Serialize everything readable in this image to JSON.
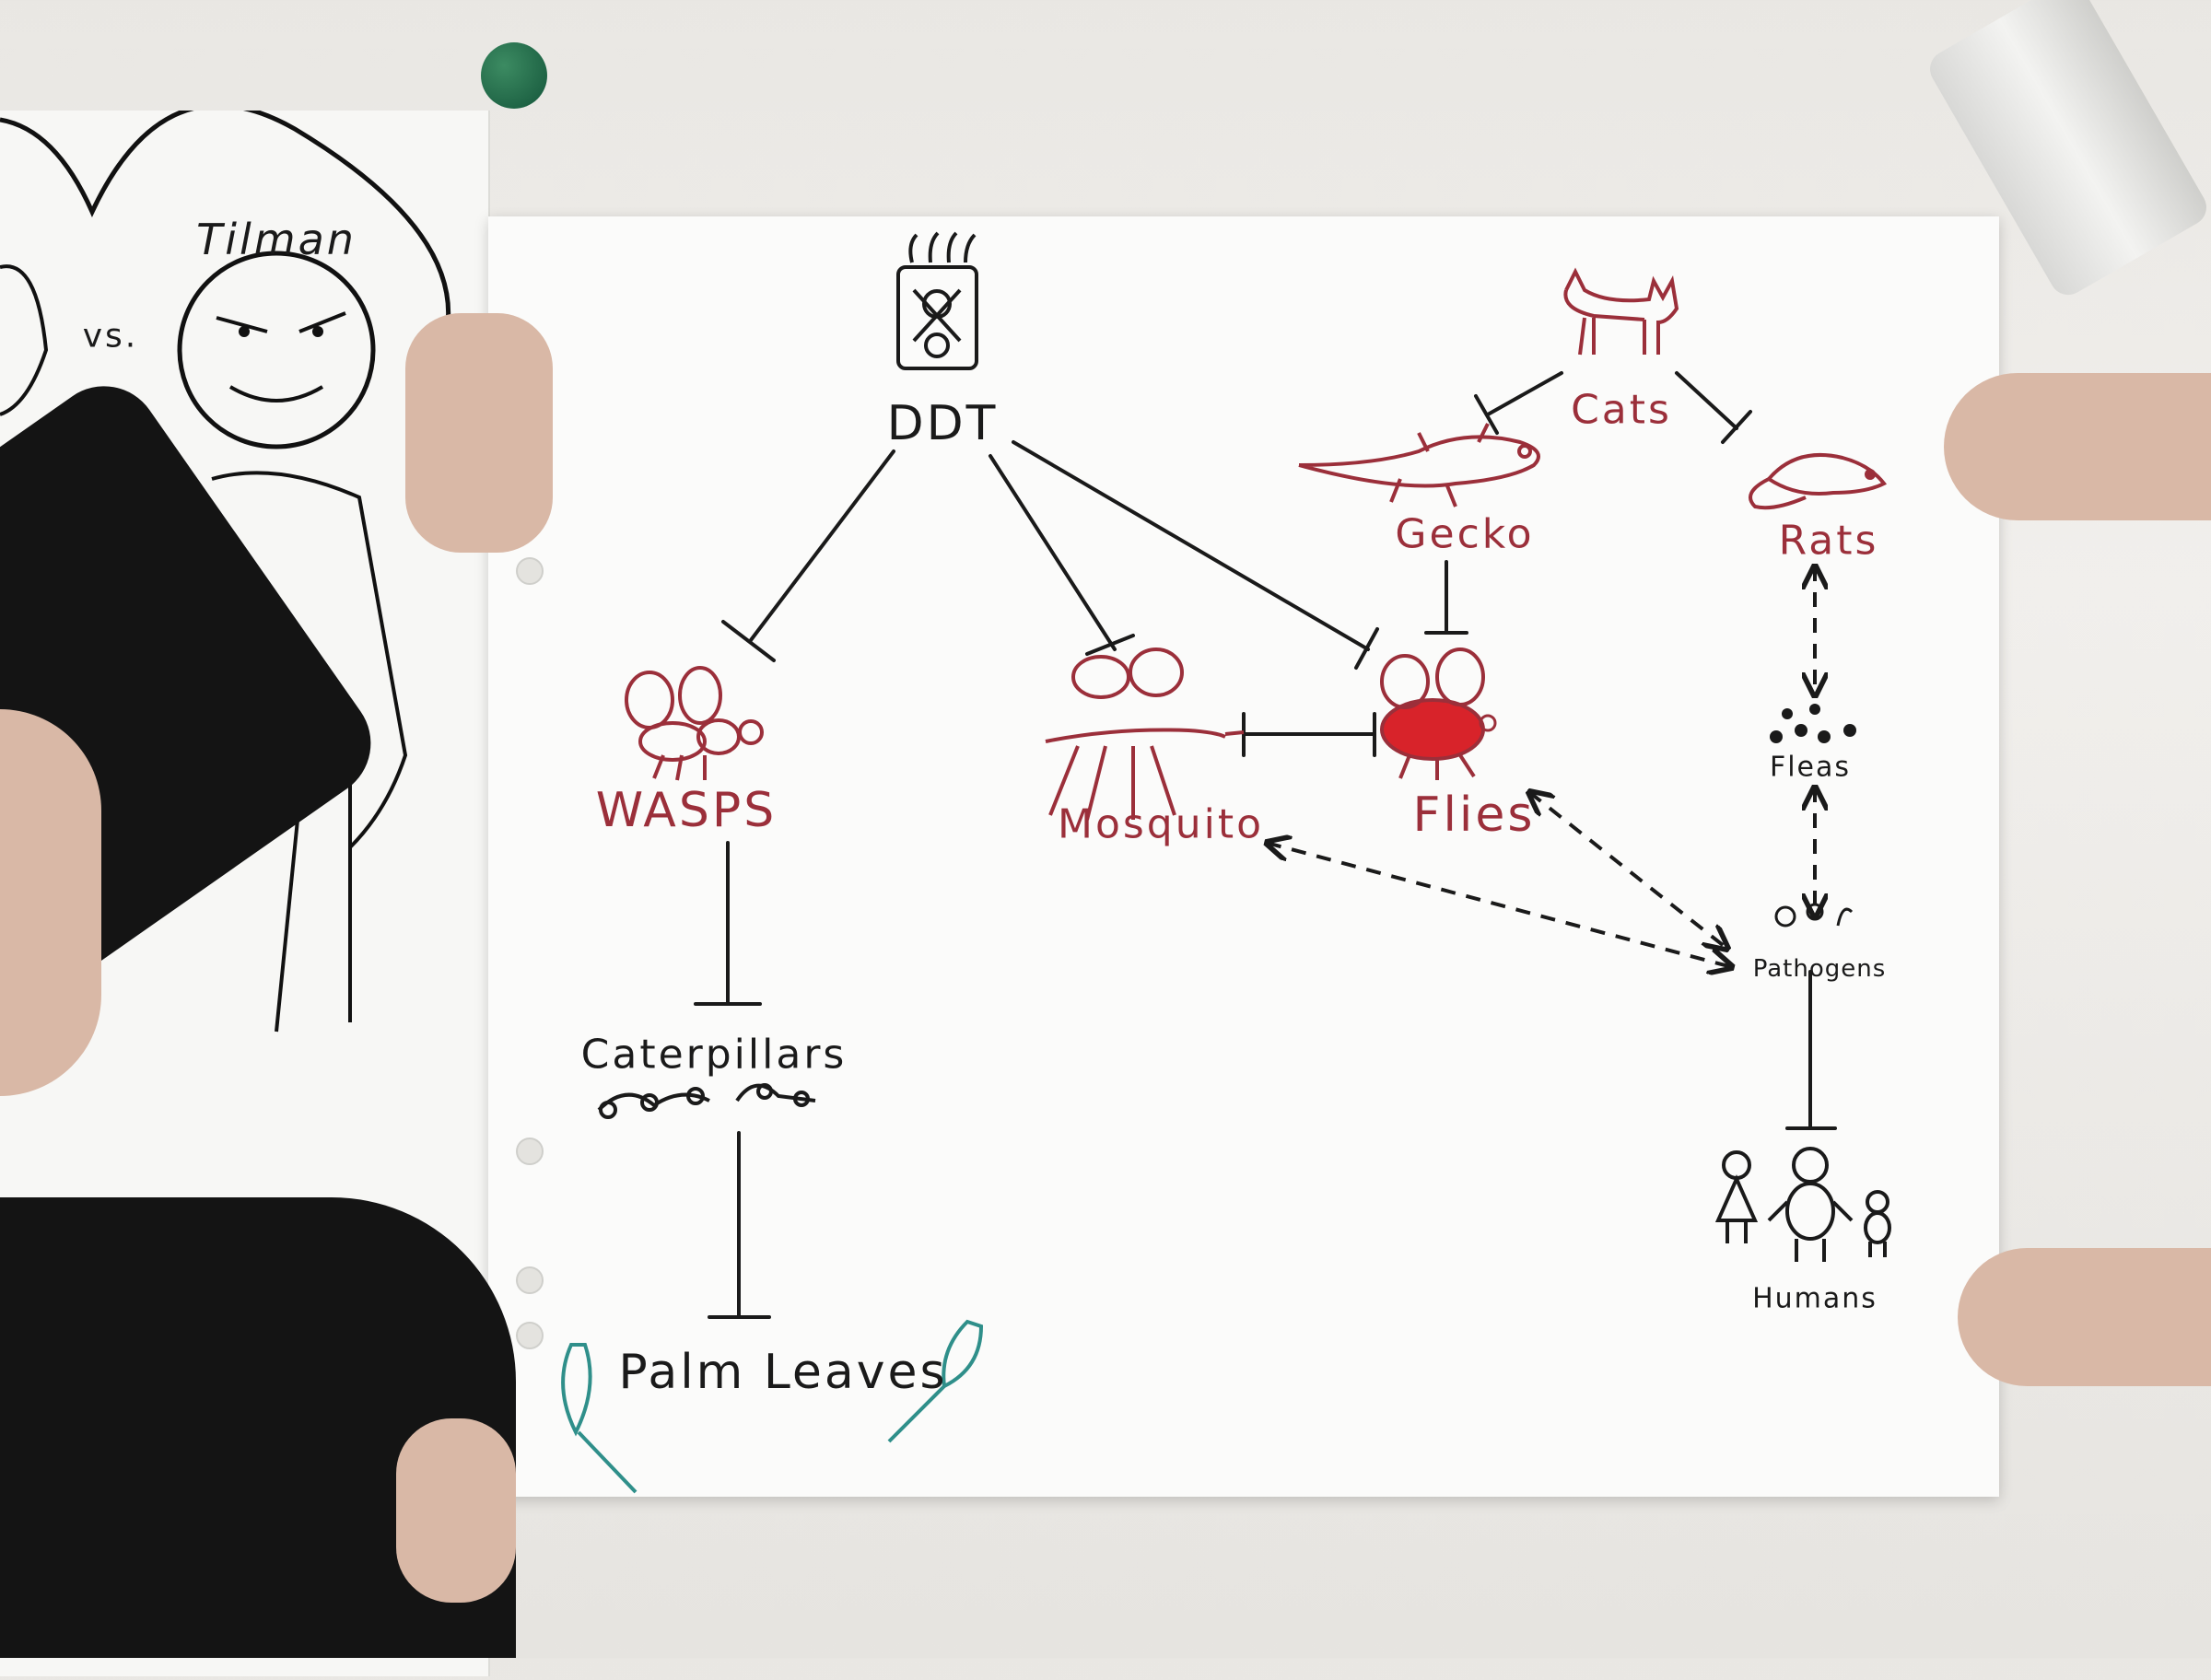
{
  "whiteboard": {
    "left_poster": {
      "name_label": "Tilman",
      "vs_label": "vs."
    }
  },
  "diagram": {
    "nodes": {
      "ddt": "DDT",
      "wasps": "WASPS",
      "mosquito": "Mosquito",
      "flies": "Flies",
      "gecko": "Gecko",
      "cats": "Cats",
      "rats": "Rats",
      "fleas": "Fleas",
      "pathogens": "Pathogens",
      "humans": "Humans",
      "caterpillars": "Caterpillars",
      "palm_leaves": "Palm Leaves"
    },
    "edges": [
      {
        "from": "DDT",
        "to": "WASPS",
        "type": "inhibits"
      },
      {
        "from": "DDT",
        "to": "Mosquito",
        "type": "inhibits"
      },
      {
        "from": "DDT",
        "to": "Flies",
        "type": "inhibits"
      },
      {
        "from": "Cats",
        "to": "Gecko",
        "type": "inhibits"
      },
      {
        "from": "Cats",
        "to": "Rats",
        "type": "inhibits"
      },
      {
        "from": "Gecko",
        "to": "Flies",
        "type": "inhibits"
      },
      {
        "from": "Mosquito",
        "to": "Flies",
        "type": "inhibits"
      },
      {
        "from": "WASPS",
        "to": "Caterpillars",
        "type": "inhibits"
      },
      {
        "from": "Caterpillars",
        "to": "Palm Leaves",
        "type": "inhibits"
      },
      {
        "from": "Rats",
        "to": "Fleas",
        "type": "association"
      },
      {
        "from": "Fleas",
        "to": "Pathogens",
        "type": "association"
      },
      {
        "from": "Mosquito",
        "to": "Pathogens",
        "type": "association"
      },
      {
        "from": "Flies",
        "to": "Pathogens",
        "type": "association"
      },
      {
        "from": "Pathogens",
        "to": "Humans",
        "type": "inhibits"
      }
    ],
    "colors": {
      "ink": "#1a1a1a",
      "red_ink": "#9b2f3a",
      "fly_fill": "#d8232a",
      "leaf": "#2f8f8a"
    }
  }
}
